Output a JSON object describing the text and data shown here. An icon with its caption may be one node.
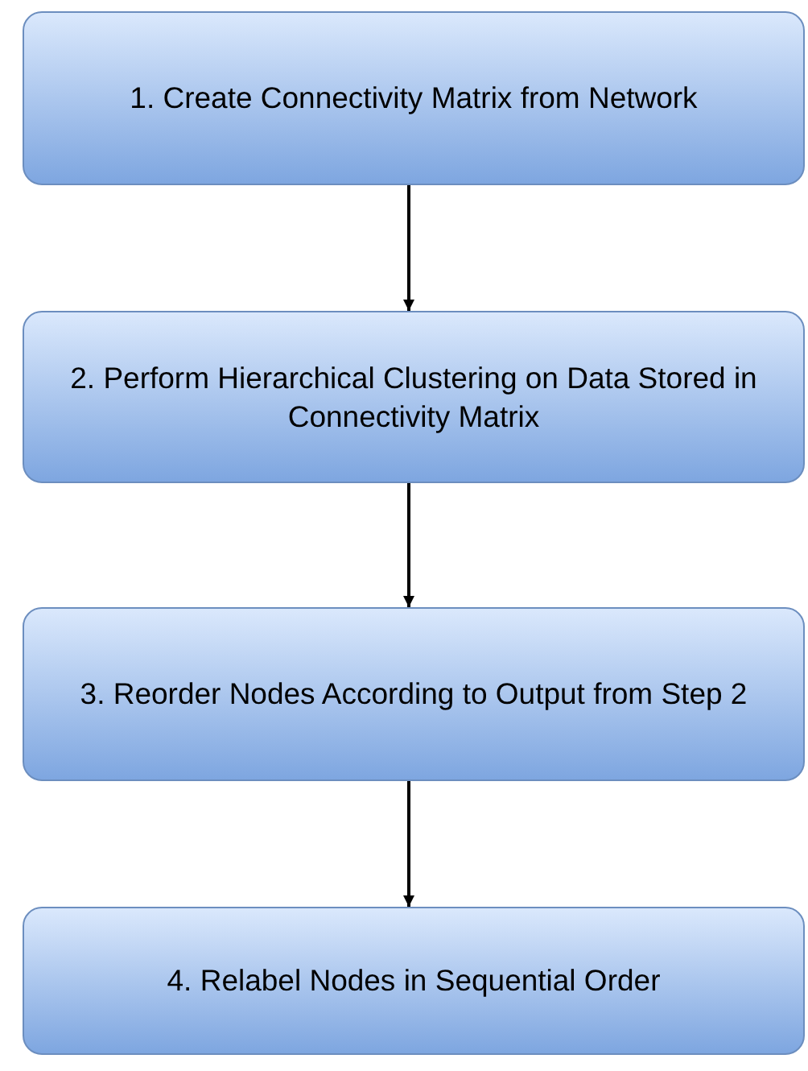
{
  "diagram": {
    "nodes": [
      {
        "text": [
          "1. Create Connectivity Matrix from Network"
        ]
      },
      {
        "text": [
          "2. Perform Hierarchical Clustering on Data Stored in Connectivity Matrix"
        ]
      },
      {
        "text": [
          "3. Reorder Nodes According to Output from Step 2"
        ]
      },
      {
        "text": [
          "4. Relabel Nodes in Sequential Order"
        ]
      }
    ],
    "edges": [
      {
        "from": 0,
        "to": 1,
        "arrow": "to"
      },
      {
        "from": 1,
        "to": 2,
        "arrow": "to"
      },
      {
        "from": 2,
        "to": 3,
        "arrow": "to"
      }
    ]
  }
}
